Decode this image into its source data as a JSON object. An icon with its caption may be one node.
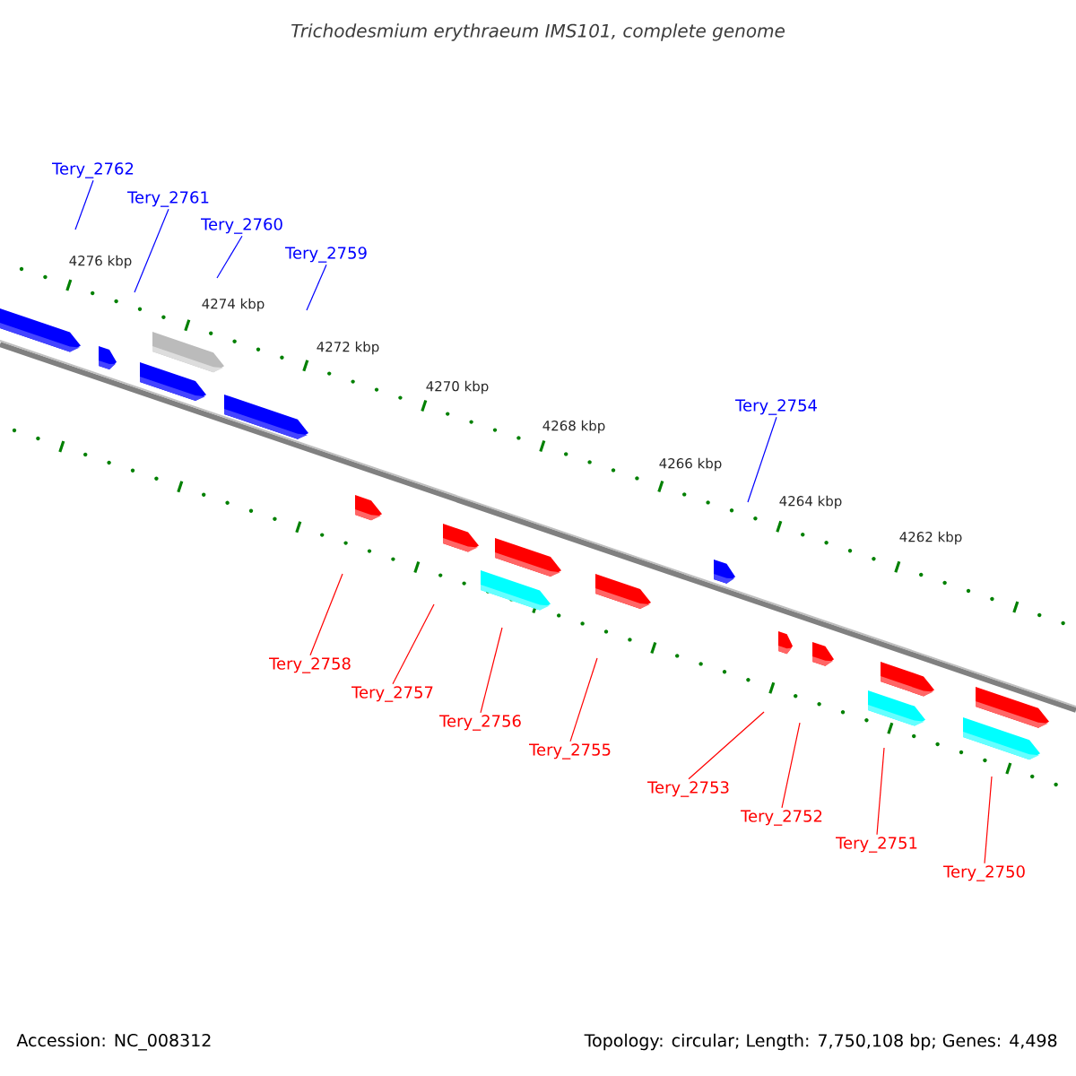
{
  "diagram": {
    "title": "Trichodesmium erythraeum IMS101, complete genome",
    "nodes": [
      {
        "text": [
          "Tery_2762"
        ]
      },
      {
        "text": [
          "Tery_2761"
        ]
      },
      {
        "text": [
          "Tery_2760"
        ]
      },
      {
        "text": [
          "Tery_2759"
        ]
      },
      {
        "text": [
          "Tery_2754"
        ]
      },
      {
        "text": [
          "Tery_2758"
        ]
      },
      {
        "text": [
          "Tery_2757"
        ]
      },
      {
        "text": [
          "Tery_2756"
        ]
      },
      {
        "text": [
          "Tery_2755"
        ]
      },
      {
        "text": [
          "Tery_2753"
        ]
      },
      {
        "text": [
          "Tery_2752"
        ]
      },
      {
        "text": [
          "Tery_2751"
        ]
      },
      {
        "text": [
          "Tery_2750"
        ]
      }
    ],
    "edges": [
      {
        "from": 0,
        "to": null,
        "arrow": "none",
        "color": "#0000ff"
      },
      {
        "from": 1,
        "to": null,
        "arrow": "none",
        "color": "#0000ff"
      },
      {
        "from": 2,
        "to": null,
        "arrow": "none",
        "color": "#0000ff"
      },
      {
        "from": 3,
        "to": null,
        "arrow": "none",
        "color": "#0000ff"
      },
      {
        "from": 4,
        "to": null,
        "arrow": "none",
        "color": "#0000ff"
      },
      {
        "from": 5,
        "to": null,
        "arrow": "none"
      },
      {
        "from": 6,
        "to": null,
        "arrow": "none"
      },
      {
        "from": 7,
        "to": null,
        "arrow": "none"
      },
      {
        "from": 8,
        "to": null,
        "arrow": "none"
      },
      {
        "from": 9,
        "to": null,
        "arrow": "none"
      },
      {
        "from": 10,
        "to": null,
        "arrow": "none"
      },
      {
        "from": 11,
        "to": null,
        "arrow": "none"
      },
      {
        "from": 12,
        "to": null,
        "arrow": "none"
      }
    ],
    "labels": [
      "4276 kbp",
      "4274 kbp",
      "4272 kbp",
      "4270 kbp",
      "4268 kbp",
      "4266 kbp",
      "4264 kbp",
      "4262 kbp",
      "Accession: NC_008312",
      "Topology: circular; Length: 7,750,108 bp; Genes: 4,498"
    ]
  }
}
